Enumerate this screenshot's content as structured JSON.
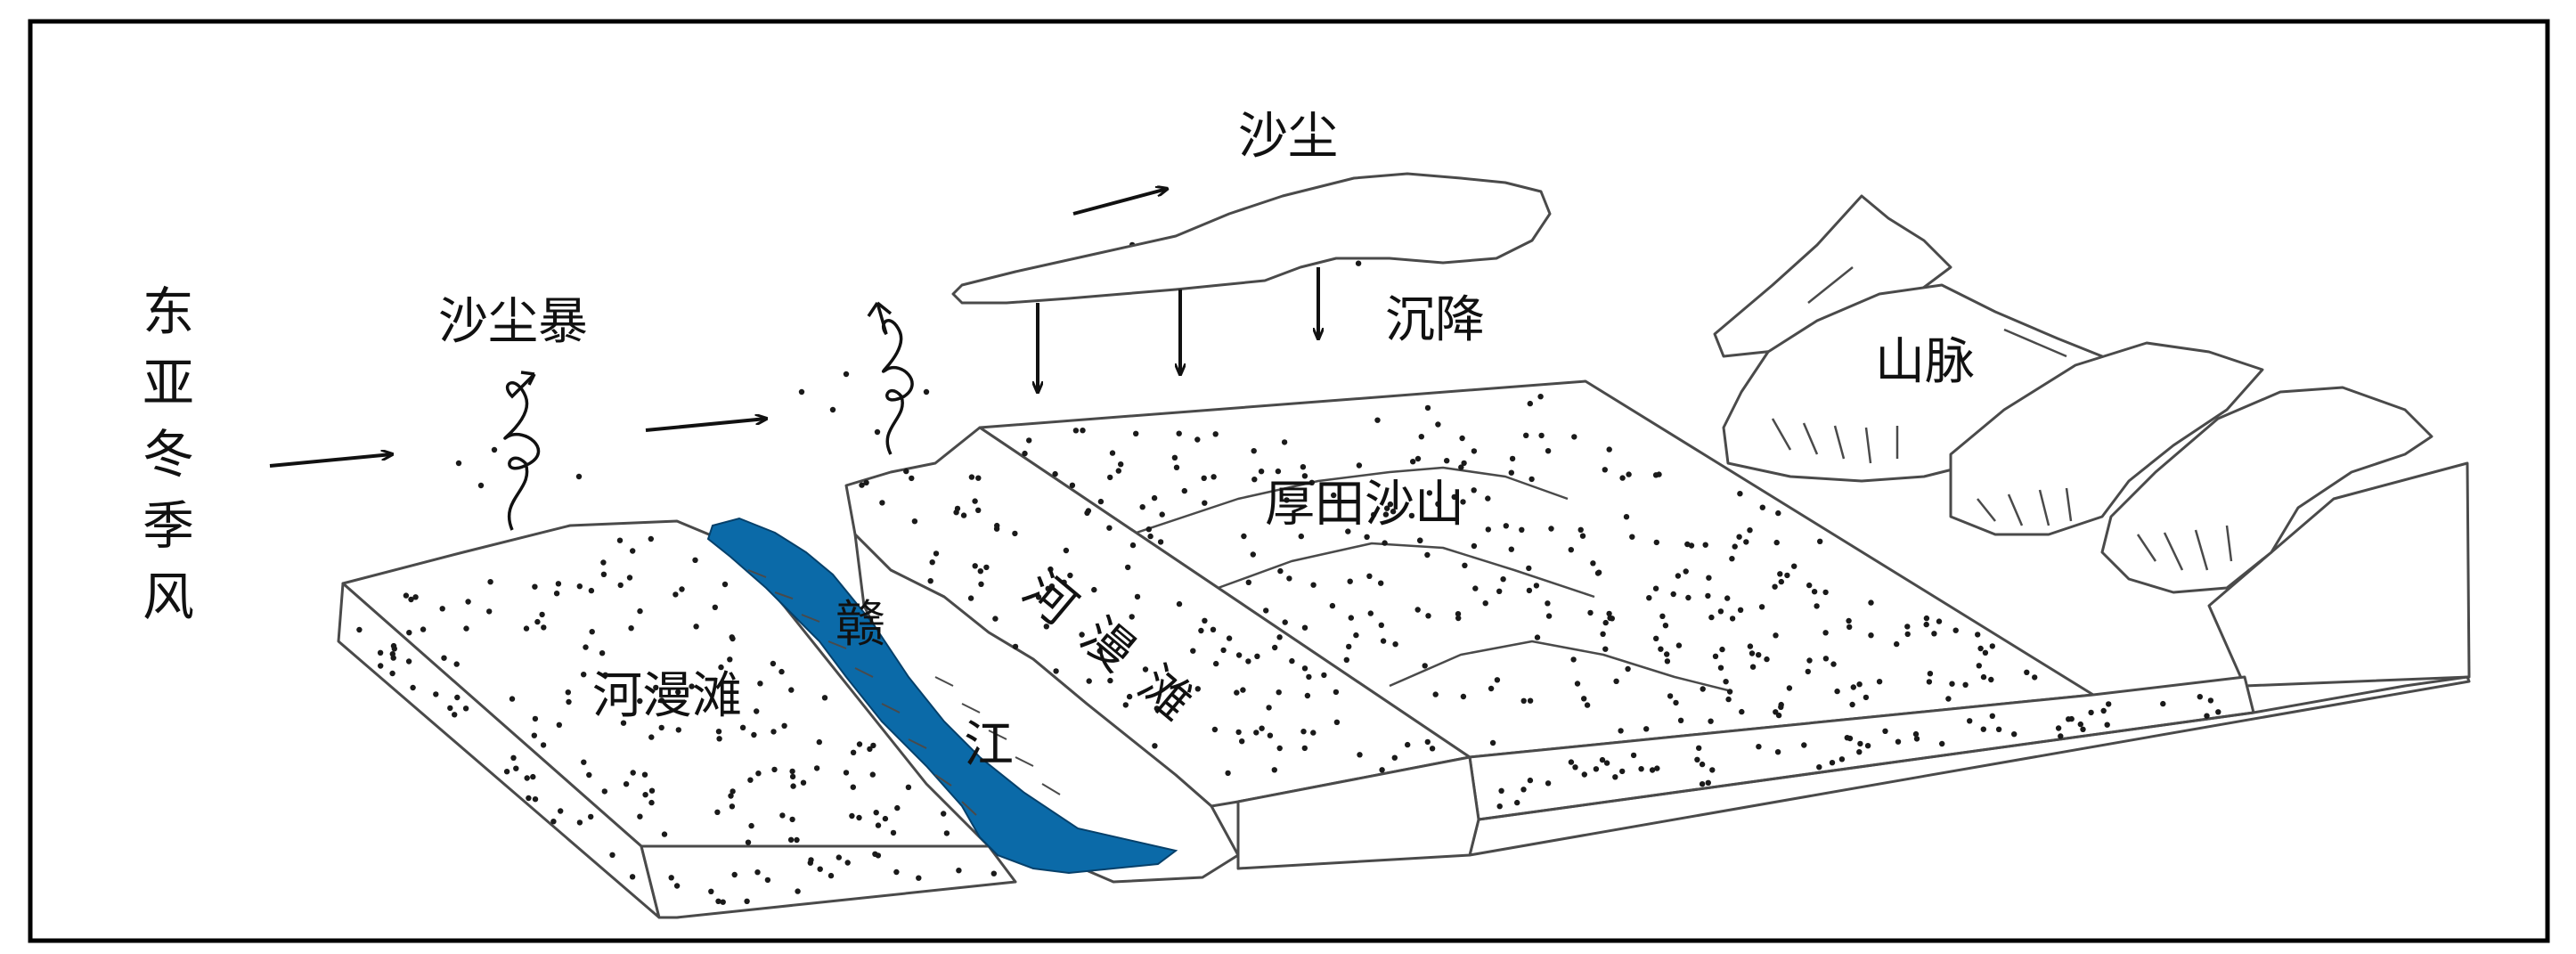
{
  "labels": {
    "monsoon": [
      "东",
      "亚",
      "冬",
      "季",
      "风"
    ],
    "dust_storm": "沙尘暴",
    "dust": "沙尘",
    "settling": "沉降",
    "mountains": "山脉",
    "houtian_sand_hill": "厚田沙山",
    "floodplain_left": "河漫滩",
    "floodplain_right": [
      "河",
      "漫",
      "滩"
    ],
    "river": [
      "赣",
      "江"
    ]
  },
  "colors": {
    "river": "#0b6aa8",
    "line": "#4a4a4a",
    "frame": "#000000",
    "dots": "#1a1a1a",
    "background": "#ffffff"
  },
  "icons": [
    "wind-arrow-icon",
    "dust-swirl-icon",
    "settling-arrow-icon"
  ]
}
